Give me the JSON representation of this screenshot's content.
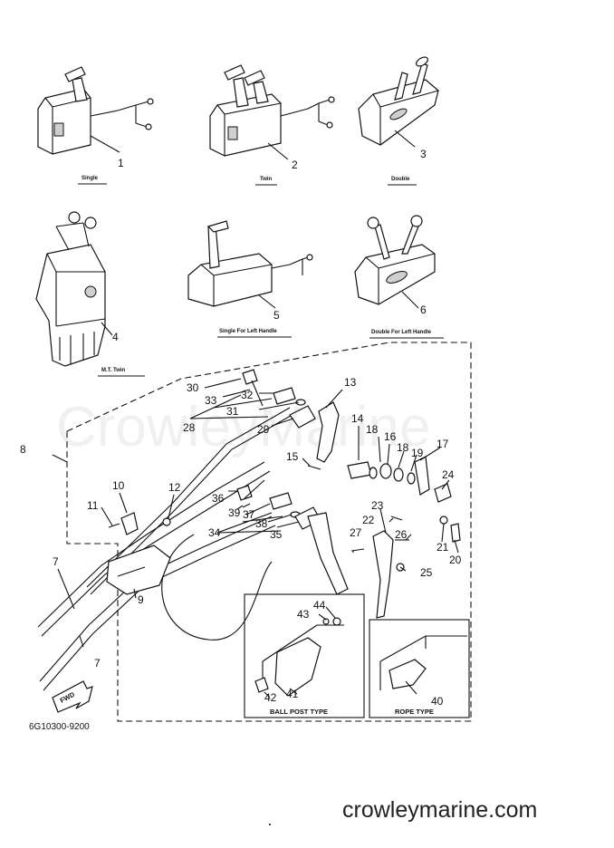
{
  "figure": {
    "catalog_code": "6G10300-9200",
    "watermark": "CrowleyMarine",
    "footer_site": "crowleymarine.com",
    "fwd_label": "FWD"
  },
  "variants": [
    {
      "num": "1",
      "caption": "Single"
    },
    {
      "num": "2",
      "caption": "Twin"
    },
    {
      "num": "3",
      "caption": "Double"
    },
    {
      "num": "4",
      "caption": "M.T. Twin"
    },
    {
      "num": "5",
      "caption": "Single For Left Handle"
    },
    {
      "num": "6",
      "caption": "Double For Left Handle"
    }
  ],
  "inset_boxes": [
    {
      "caption": "BALL POST TYPE"
    },
    {
      "caption": "ROPE TYPE"
    }
  ],
  "callouts": [
    "7",
    "7",
    "8",
    "9",
    "10",
    "11",
    "12",
    "13",
    "14",
    "15",
    "16",
    "17",
    "18",
    "18",
    "19",
    "20",
    "21",
    "22",
    "23",
    "24",
    "25",
    "26",
    "27",
    "28",
    "29",
    "30",
    "31",
    "32",
    "33",
    "34",
    "35",
    "36",
    "37",
    "38",
    "39",
    "40",
    "41",
    "42",
    "43",
    "44"
  ]
}
